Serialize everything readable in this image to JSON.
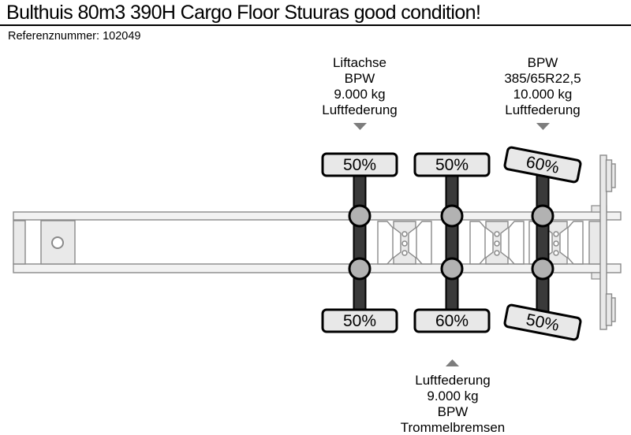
{
  "header": {
    "title": "Bulthuis 80m3 390H Cargo Floor Stuuras good condition!",
    "reference_label": "Referenznummer:",
    "reference_value": "102049"
  },
  "diagram": {
    "annotations": {
      "lift_axle": {
        "lines": [
          "Liftachse",
          "BPW",
          "9.000 kg",
          "Luftfederung"
        ]
      },
      "rear_axle": {
        "lines": [
          "BPW",
          "385/65R22,5",
          "10.000 kg",
          "Luftfederung"
        ]
      },
      "middle_axle": {
        "lines": [
          "Luftfederung",
          "9.000 kg",
          "BPW",
          "Trommelbremsen"
        ]
      }
    },
    "axles": [
      {
        "id": "axle-1",
        "top_load": "50%",
        "bottom_load": "50%"
      },
      {
        "id": "axle-2",
        "top_load": "50%",
        "bottom_load": "60%"
      },
      {
        "id": "axle-3",
        "top_load": "60%",
        "bottom_load": "50%"
      }
    ]
  },
  "colors": {
    "axle_bar": "#3a3a3a",
    "wheel_fill": "#e8e8e8",
    "hub_fill": "#b2b2b2",
    "chassis_fill": "#f2f2f2",
    "part_fill": "#e9e9e9",
    "outline": "#8a8a8a",
    "ink": "#000000",
    "arrow": "#7d7d7d"
  }
}
